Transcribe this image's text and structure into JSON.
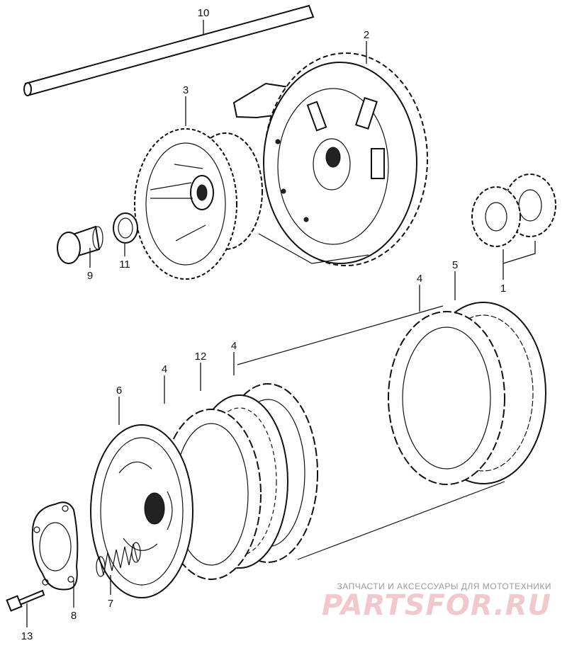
{
  "diagram": {
    "callouts": [
      "10",
      "2",
      "3",
      "9",
      "11",
      "1",
      "4",
      "5",
      "12",
      "4",
      "4",
      "6",
      "8",
      "7",
      "13"
    ]
  },
  "watermark": {
    "caption": "ЗАПЧАСТИ И АКСЕССУАРЫ ДЛЯ МОТОТЕХНИКИ",
    "logo": "PARTSFOR.RU",
    "color": "#f1c8cc"
  }
}
